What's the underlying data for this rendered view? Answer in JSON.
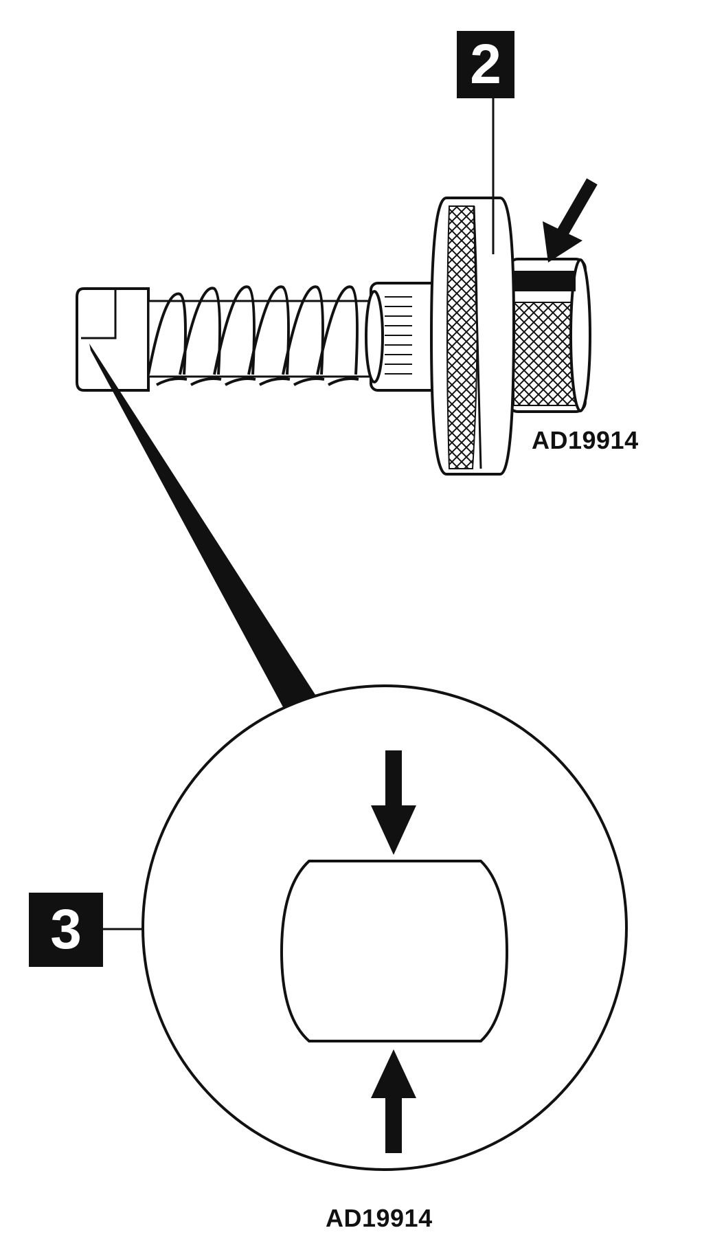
{
  "callouts": {
    "part_2": "2",
    "part_3": "3"
  },
  "figure_codes": {
    "top": "AD19914",
    "bottom": "AD19914"
  }
}
